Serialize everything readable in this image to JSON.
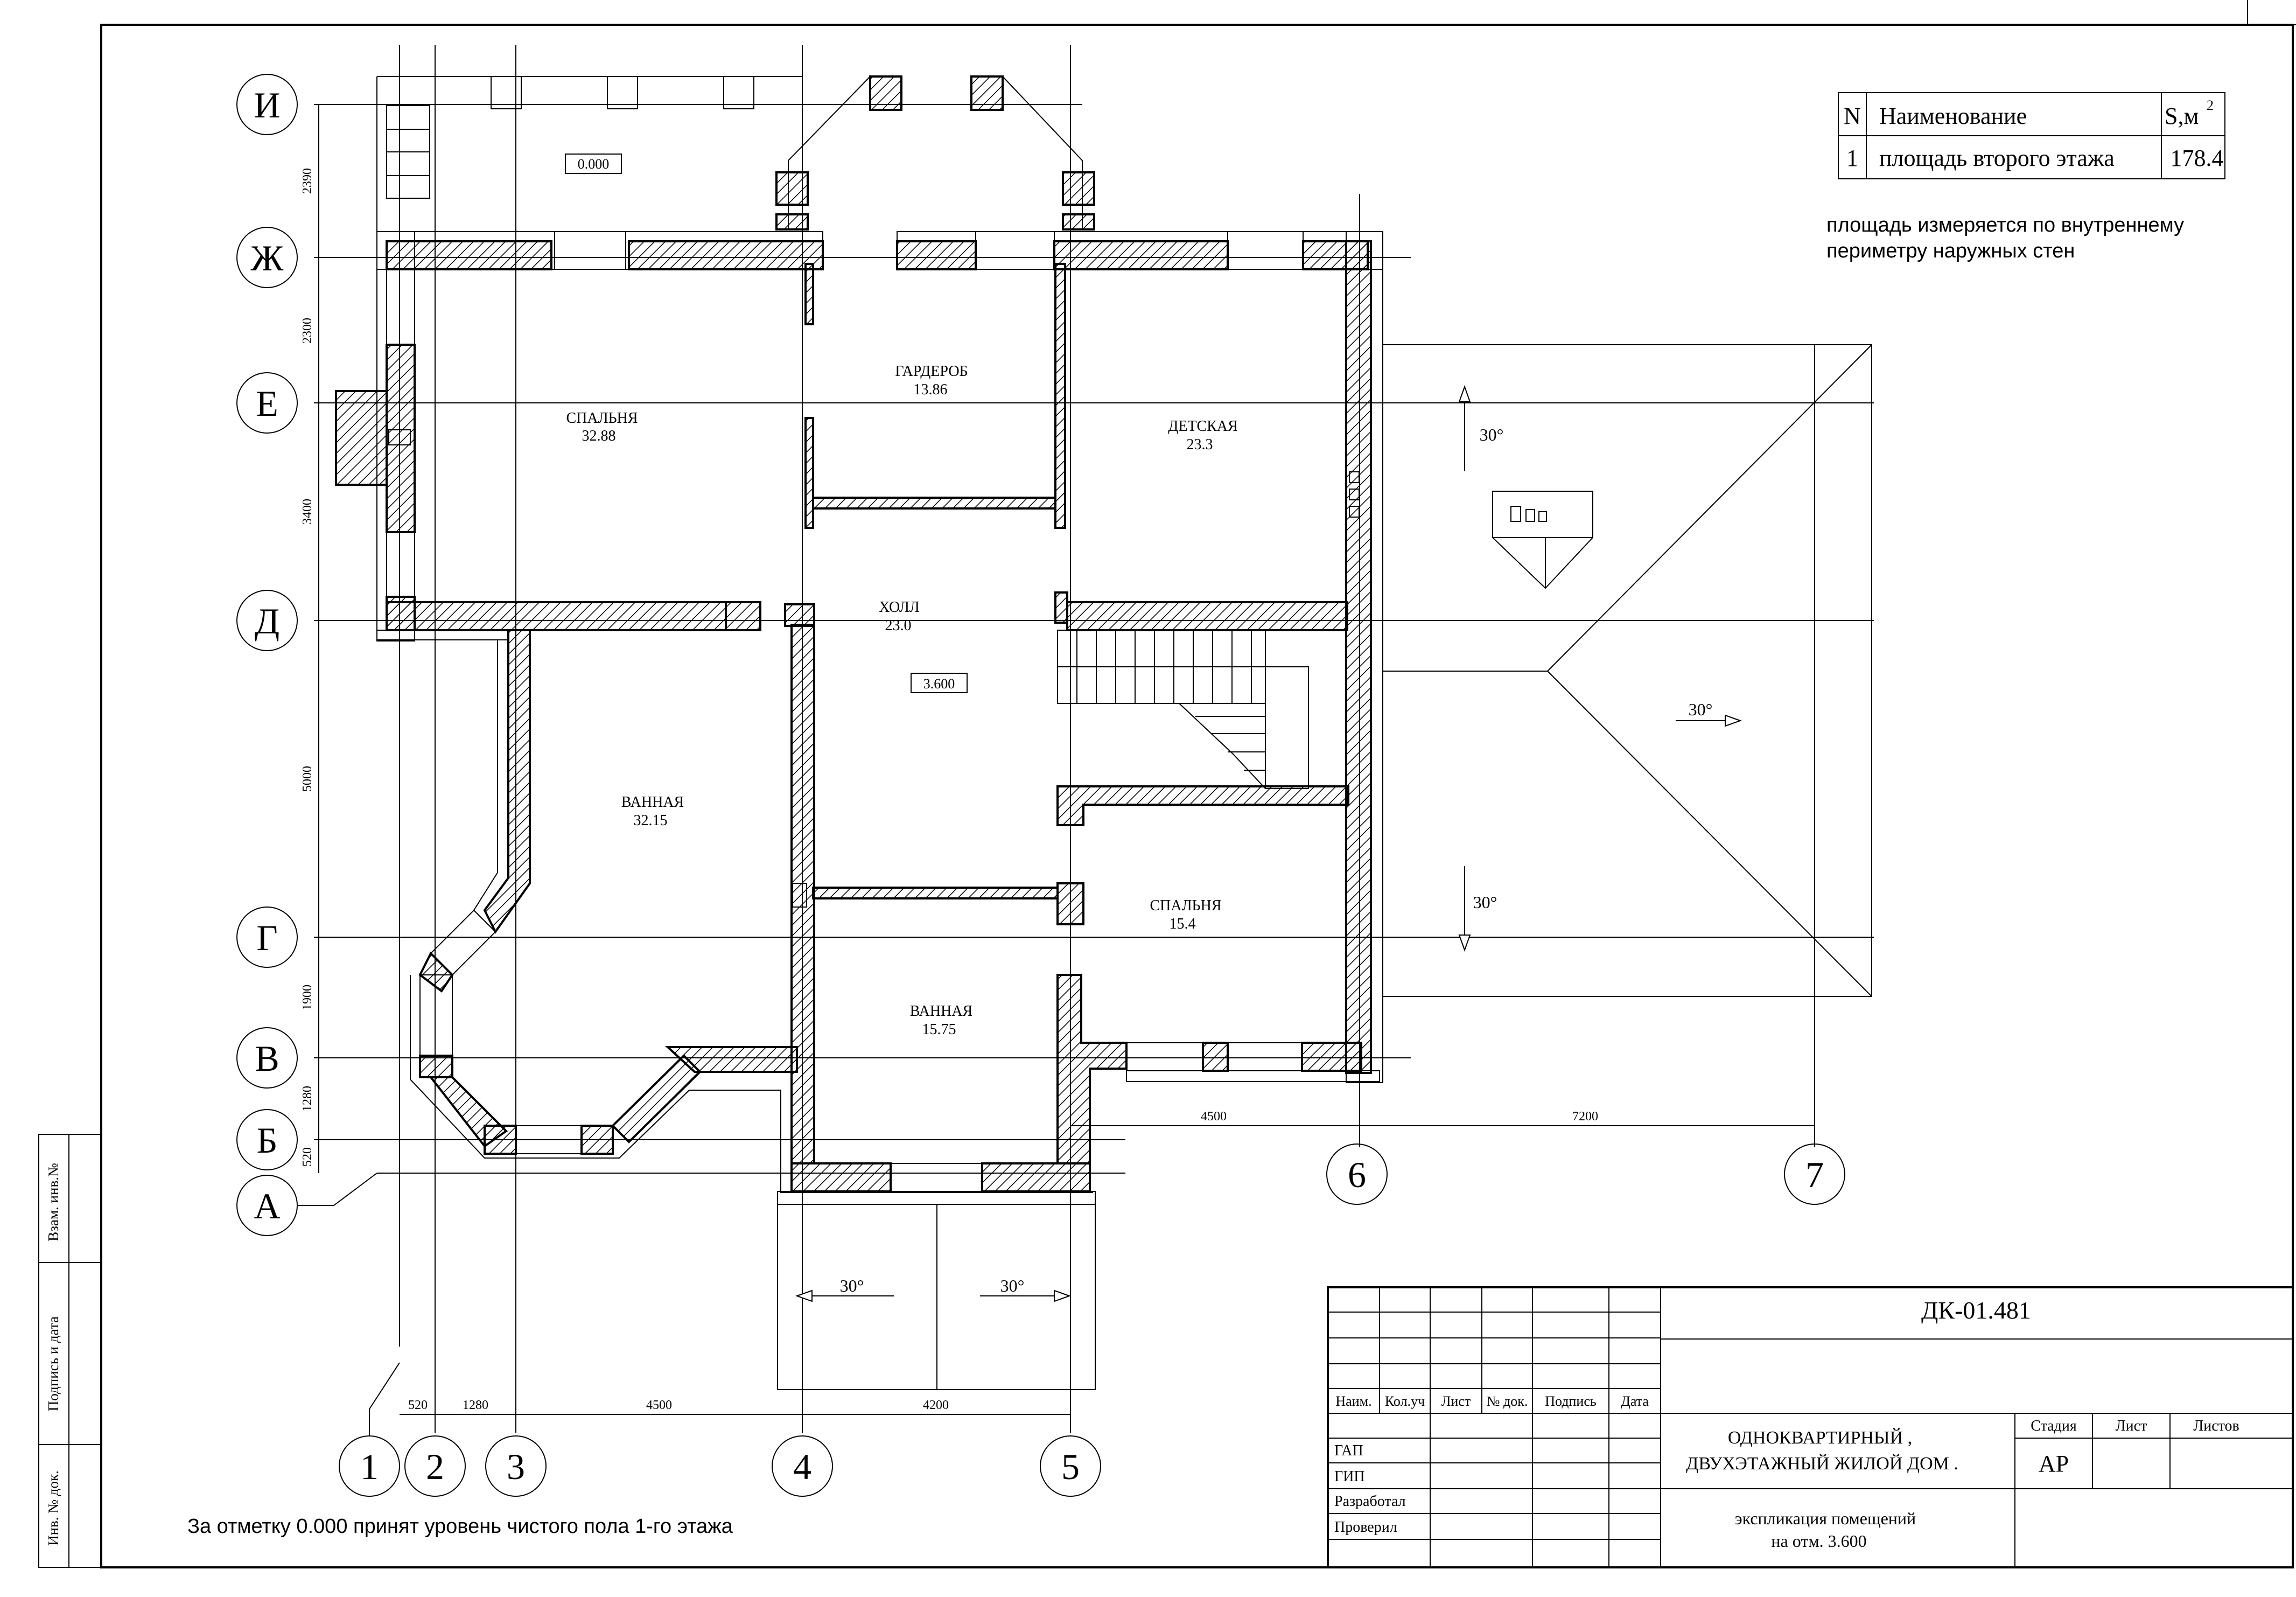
{
  "axes_letters": [
    "И",
    "Ж",
    "Е",
    "Д",
    "Г",
    "В",
    "Б",
    "А"
  ],
  "axes_numbers": [
    "1",
    "2",
    "3",
    "4",
    "5",
    "6",
    "7"
  ],
  "vertical_dims": [
    "2390",
    "2300",
    "3400",
    "5000",
    "1900",
    "1280",
    "520"
  ],
  "horizontal_dims": [
    "520",
    "1280",
    "4500",
    "4200"
  ],
  "right_dims": [
    "4500",
    "7200"
  ],
  "rooms": [
    {
      "name": "СПАЛЬНЯ",
      "area": "32.88"
    },
    {
      "name": "ГАРДЕРОБ",
      "area": "13.86"
    },
    {
      "name": "ДЕТСКАЯ",
      "area": "23.3"
    },
    {
      "name": "ХОЛЛ",
      "area": "23.0"
    },
    {
      "name": "ВАННАЯ",
      "area": "32.15"
    },
    {
      "name": "СПАЛЬНЯ",
      "area": "15.4"
    },
    {
      "name": "ВАННАЯ",
      "area": "15.75"
    }
  ],
  "level_marks": [
    "0.000",
    "3.600"
  ],
  "slope_labels": [
    "30°",
    "30°",
    "30°",
    "30°",
    "30°"
  ],
  "area_table": {
    "col_n": "N",
    "col_name": "Наименование",
    "col_s": "S,м",
    "col_s_sup": "2",
    "rows": [
      {
        "n": "1",
        "name": "площадь второго этажа",
        "s": "178.4"
      }
    ]
  },
  "notes": {
    "area_line1": "площадь измеряется по внутреннему",
    "area_line2": "периметру наружных стен",
    "zero_level": "За отметку 0.000 принят уровень чистого пола 1-го этажа"
  },
  "side_stamp": [
    "Взам. инв.№",
    "Подпись и дата",
    "Инв. № док."
  ],
  "title_block": {
    "code": "ДК-01.481",
    "headers": [
      "Наим.",
      "Кол.уч",
      "Лист",
      "№ док.",
      "Подпись",
      "Дата"
    ],
    "roles": [
      "ГАП",
      "ГИП",
      "Разработал",
      "Проверил"
    ],
    "project_line1": "ОДНОКВАРТИРНЫЙ ,",
    "project_line2": "ДВУХЭТАЖНЫЙ ЖИЛОЙ ДОМ .",
    "stage_header": "Стадия",
    "sheet_header": "Лист",
    "sheets_header": "Листов",
    "stage": "АР",
    "sheet_title_line1": "экспликация помещений",
    "sheet_title_line2": "на отм.  3.600"
  }
}
